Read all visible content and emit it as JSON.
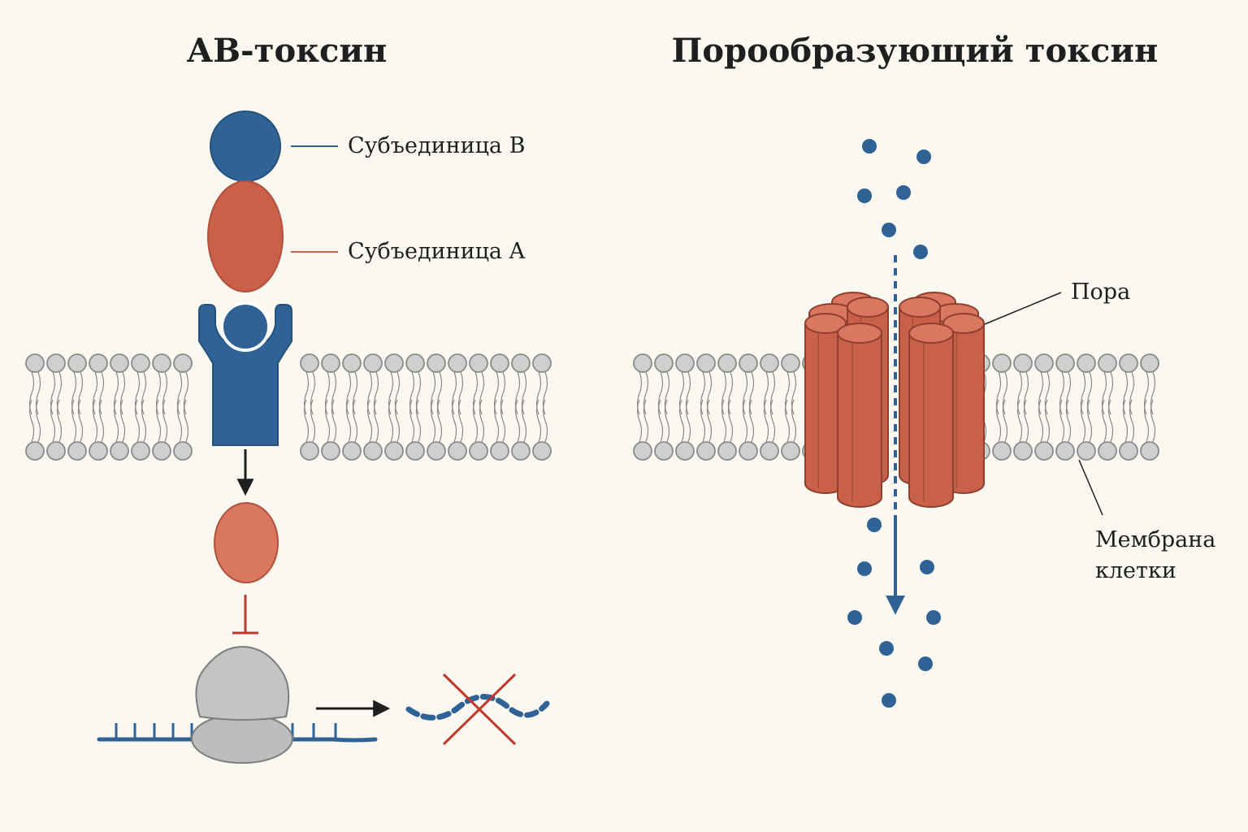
{
  "left_panel": {
    "title": "АВ-токсин",
    "label_subunit_b": "Субъединица B",
    "label_subunit_a": "Субъединица A"
  },
  "right_panel": {
    "title": "Порообразующий токсин",
    "label_pore": "Пора",
    "label_membrane_line1": "Мембрана",
    "label_membrane_line2": "клетки"
  },
  "colors": {
    "blue": "#2f6396",
    "orange": "#c9614a",
    "orange_light": "#d97761",
    "membrane_head": "#cfcfcf",
    "membrane_outline": "#8a8a8a",
    "ribosome": "#bdbdbd",
    "inhibit": "#c0392b"
  }
}
